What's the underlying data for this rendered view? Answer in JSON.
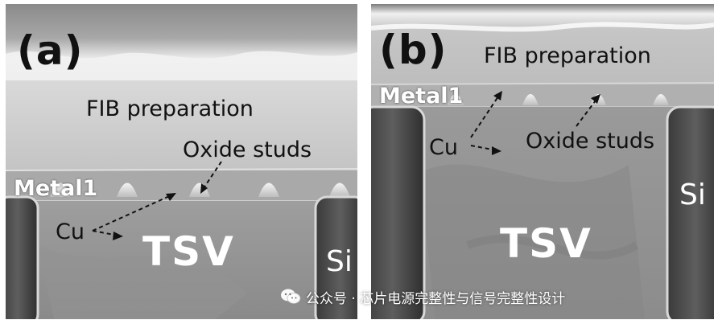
{
  "panels": [
    {
      "label": "(a)",
      "fib": "FIB preparation",
      "oxide": "Oxide studs",
      "metal": "Metal1",
      "cu": "Cu",
      "tsv": "TSV",
      "si": "Si"
    },
    {
      "label": "(b)",
      "fib": "FIB preparation",
      "oxide": "Oxide studs",
      "metal": "Metal1",
      "cu": "Cu",
      "tsv": "TSV",
      "si": "Si"
    }
  ],
  "watermark": {
    "text": "公众号 · 芯片电源完整性与信号完整性设计",
    "icon": "wechat-icon"
  }
}
